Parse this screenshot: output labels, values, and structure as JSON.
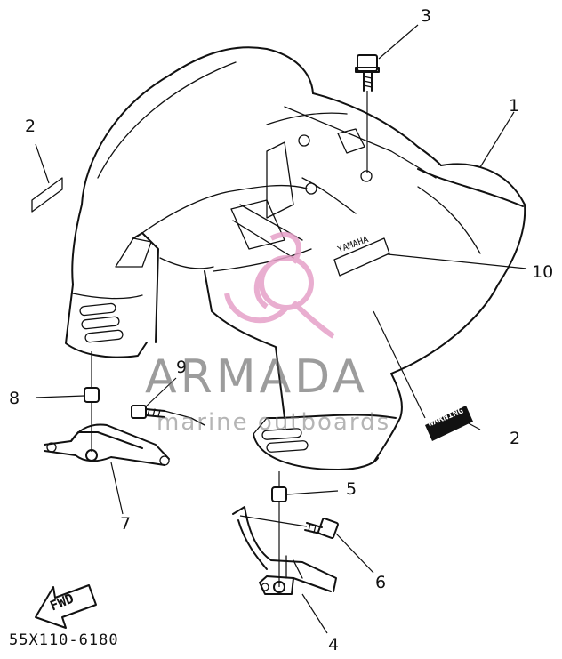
{
  "watermark": {
    "brand": "ARMADA",
    "tagline": "marine outboards",
    "brand_color": "#e6a0c8",
    "text_color": "#5f5f5f"
  },
  "diagram": {
    "code": "55X110-6180",
    "fwd_label": "FWD",
    "decal_text": "YAMAHA",
    "warning_decal_text": "WARNING"
  },
  "part_numbers": [
    "1",
    "2",
    "2",
    "3",
    "4",
    "5",
    "6",
    "7",
    "8",
    "9",
    "10"
  ]
}
